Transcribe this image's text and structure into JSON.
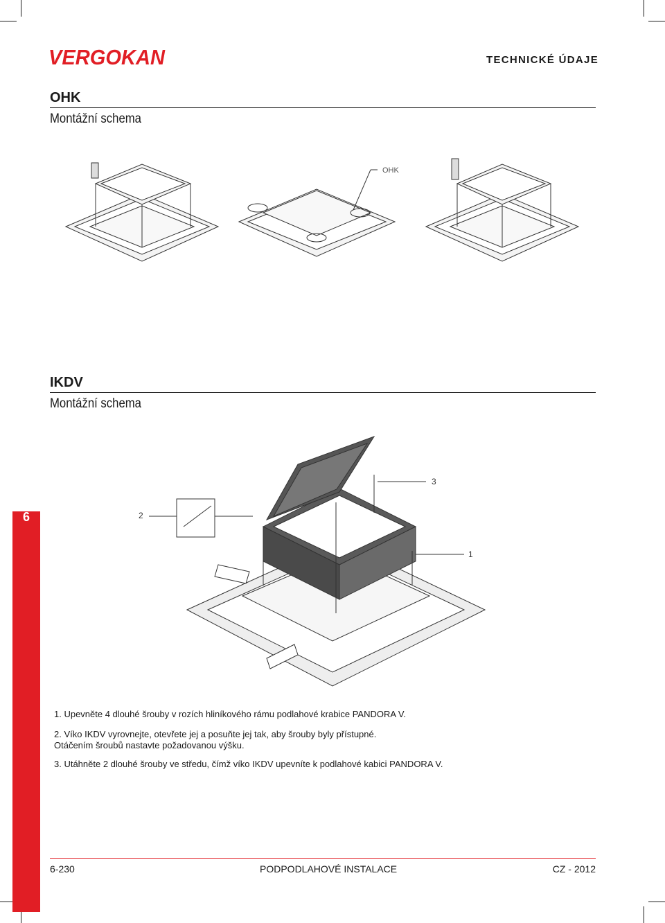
{
  "brand": {
    "logo_text": "VERGOKAN",
    "logo_color": "#e11e25"
  },
  "header": {
    "title": "TECHNICKÉ ÚDAJE"
  },
  "section_ohk": {
    "title": "OHK",
    "subtitle": "Montážní schema",
    "callout_label": "OHK"
  },
  "section_ikdv": {
    "title": "IKDV",
    "subtitle": "Montážní schema",
    "callouts": [
      "1",
      "2",
      "3"
    ]
  },
  "side_tab": {
    "number": "6",
    "color": "#e11e25"
  },
  "instructions": [
    "1. Upevněte 4 dlouhé šrouby v rozích hliníkového rámu podlahové krabice PANDORA V.",
    "2. Víko IKDV vyrovnejte, otevřete jej a posuňte jej tak, aby šrouby byly přístupné.",
    "Otáčením šroubů nastavte požadovanou výšku.",
    "3. Utáhněte 2 dlouhé šrouby ve středu, čímž víko IKDV upevníte k podlahové kabici PANDORA V."
  ],
  "footer": {
    "page": "6-230",
    "center": "PODPODLAHOVÉ INSTALACE",
    "right": "CZ - 2012"
  }
}
